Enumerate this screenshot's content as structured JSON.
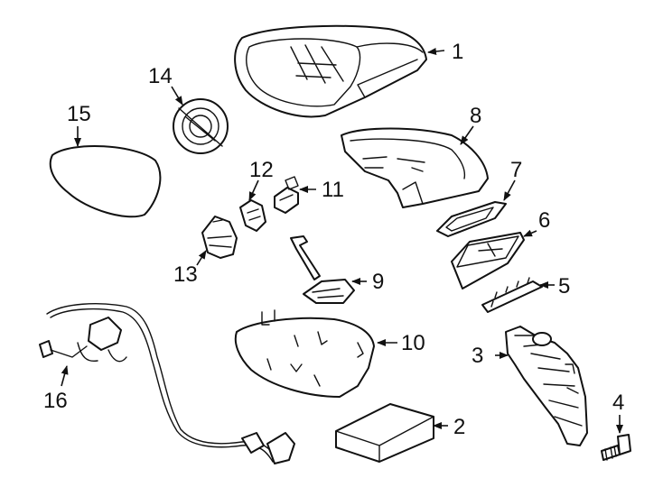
{
  "diagram": {
    "colors": {
      "line": "#111111",
      "background": "#ffffff"
    },
    "callouts": [
      {
        "id": "c1",
        "label": "1"
      },
      {
        "id": "c2",
        "label": "2"
      },
      {
        "id": "c3",
        "label": "3"
      },
      {
        "id": "c4",
        "label": "4"
      },
      {
        "id": "c5",
        "label": "5"
      },
      {
        "id": "c6",
        "label": "6"
      },
      {
        "id": "c7",
        "label": "7"
      },
      {
        "id": "c8",
        "label": "8"
      },
      {
        "id": "c9",
        "label": "9"
      },
      {
        "id": "c10",
        "label": "10"
      },
      {
        "id": "c11",
        "label": "11"
      },
      {
        "id": "c12",
        "label": "12"
      },
      {
        "id": "c13",
        "label": "13"
      },
      {
        "id": "c14",
        "label": "14"
      },
      {
        "id": "c15",
        "label": "15"
      },
      {
        "id": "c16",
        "label": "16"
      }
    ]
  }
}
